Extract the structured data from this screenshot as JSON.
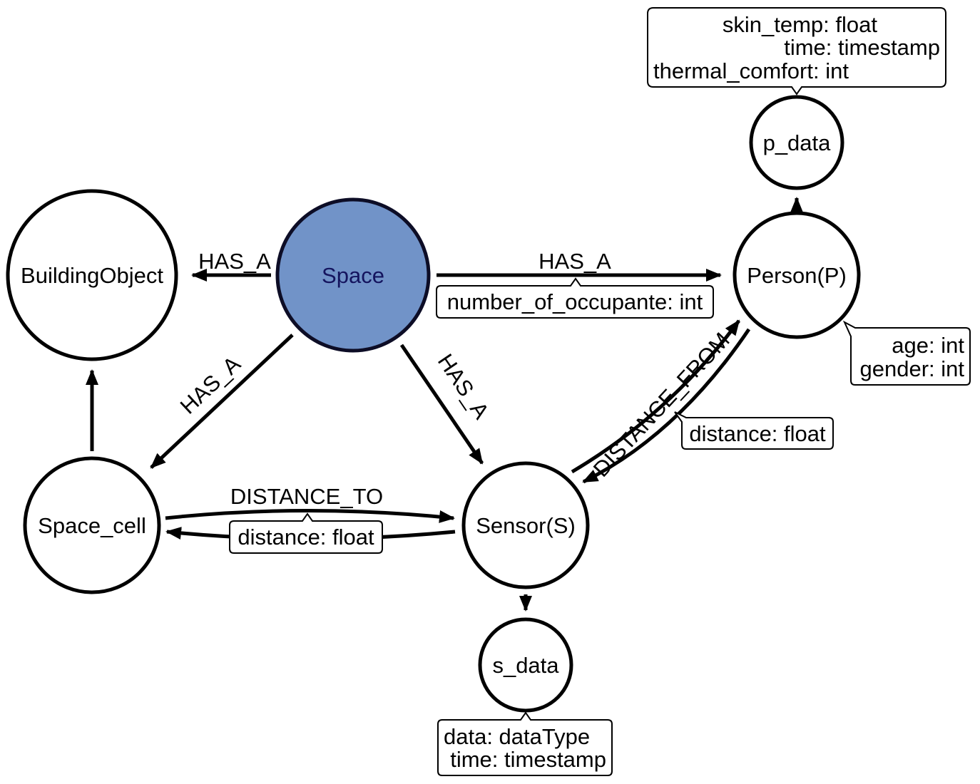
{
  "nodes": {
    "building_object": "BuildingObject",
    "space": "Space",
    "person": "Person(P)",
    "p_data": "p_data",
    "space_cell": "Space_cell",
    "sensor": "Sensor(S)",
    "s_data": "s_data"
  },
  "edges": {
    "space_building": "HAS_A",
    "space_person": "HAS_A",
    "space_spacecell": "HAS_A",
    "space_sensor": "HAS_A",
    "distance_to": "DISTANCE_TO",
    "distance_from": "DISTANCE_FROM"
  },
  "properties": {
    "p_data": [
      "skin_temp: float",
      "time: timestamp",
      "thermal_comfort: int"
    ],
    "space_person": [
      "number_of_occupante: int"
    ],
    "person": [
      "age: int",
      "gender: int"
    ],
    "distance_from": [
      "distance: float"
    ],
    "distance_to": [
      "distance: float"
    ],
    "s_data": [
      "data: dataType",
      "time: timestamp"
    ]
  },
  "colors": {
    "highlight_fill": "#7193c8",
    "highlight_text": "#14145e"
  }
}
